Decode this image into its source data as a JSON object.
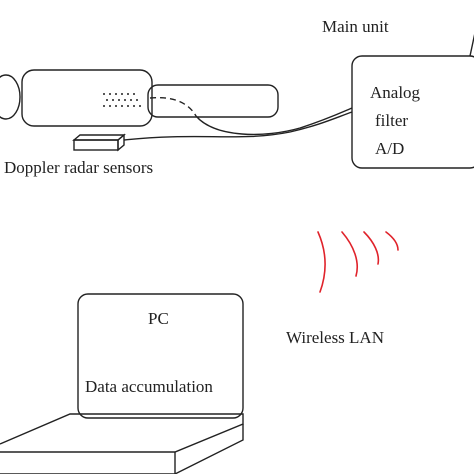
{
  "labels": {
    "main_unit": "Main unit",
    "analog": "Analog",
    "filter": "filter",
    "ad": "A/D",
    "sensors": "Doppler radar sensors",
    "wireless": "Wireless LAN",
    "pc": "PC",
    "data_accumulation": "Data accumulation"
  },
  "colors": {
    "line": "#222222",
    "wireless_waves": "#e0232b"
  }
}
